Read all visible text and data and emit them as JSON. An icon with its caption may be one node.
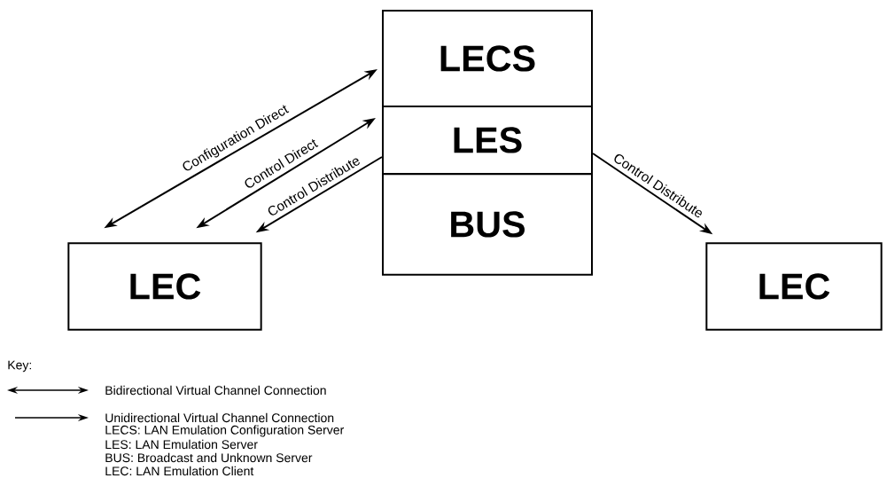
{
  "diagram": {
    "nodes": [
      {
        "text": [
          "LECS"
        ]
      },
      {
        "text": [
          "LES"
        ]
      },
      {
        "text": [
          "BUS"
        ]
      },
      {
        "text": [
          "LEC"
        ]
      },
      {
        "text": [
          "LEC"
        ]
      }
    ],
    "edges": [
      {
        "from": 3,
        "to": 0,
        "arrow": "both",
        "label": "Configuration Direct"
      },
      {
        "from": 3,
        "to": 1,
        "arrow": "both",
        "label": "Control Direct"
      },
      {
        "from": 1,
        "to": 3,
        "arrow": "to",
        "label": "Control Distribute"
      },
      {
        "from": 1,
        "to": 4,
        "arrow": "to",
        "label": "Control Distribute"
      }
    ],
    "labels": [
      "Key:",
      "LECS: LAN Emulation Configuration Server",
      "LES: LAN Emulation Server",
      "BUS: Broadcast and Unknown Server",
      "LEC: LAN Emulation Client"
    ],
    "legend": [
      {
        "text": "Bidirectional Virtual Channel Connection"
      },
      {
        "text": "Unidirectional Virtual Channel Connection"
      }
    ]
  }
}
